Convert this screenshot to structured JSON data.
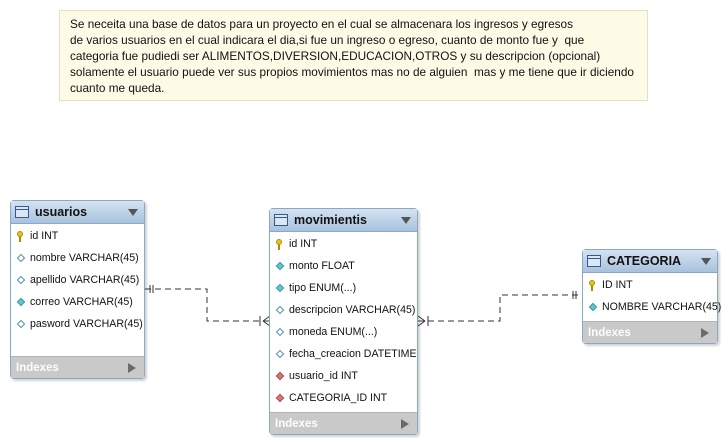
{
  "note": {
    "lines": [
      "Se neceita una base de datos para un proyecto en el cual se almacenara los ingresos y egresos",
      "de varios usuarios en el cual indicara el dia,si fue un ingreso o egreso, cuanto de monto fue y  que",
      "categoria fue pudiedi ser ALIMENTOS,DIVERSION,EDUCACION,OTROS y su descripcion (opcional)",
      "solamente el usuario puede ver sus propios movimientos mas no de alguien  mas y me tiene que ir diciendo",
      "cuanto me queda."
    ]
  },
  "tables": {
    "usuarios": {
      "title": "usuarios",
      "columns": [
        {
          "icon": "primary-key-icon",
          "label": "id INT"
        },
        {
          "icon": "column-icon",
          "label": "nombre VARCHAR(45)"
        },
        {
          "icon": "column-icon",
          "label": "apellido VARCHAR(45)"
        },
        {
          "icon": "not-null-column-icon",
          "label": "correo VARCHAR(45)"
        },
        {
          "icon": "column-icon",
          "label": "pasword VARCHAR(45)"
        }
      ],
      "footer": "Indexes"
    },
    "movimientis": {
      "title": "movimientis",
      "columns": [
        {
          "icon": "primary-key-icon",
          "label": "id INT"
        },
        {
          "icon": "not-null-column-icon",
          "label": "monto FLOAT"
        },
        {
          "icon": "not-null-column-icon",
          "label": "tipo ENUM(...)"
        },
        {
          "icon": "column-icon",
          "label": "descripcion VARCHAR(45)"
        },
        {
          "icon": "column-icon",
          "label": "moneda ENUM(...)"
        },
        {
          "icon": "column-icon",
          "label": "fecha_creacion DATETIME"
        },
        {
          "icon": "foreign-key-icon",
          "label": "usuario_id INT"
        },
        {
          "icon": "foreign-key-icon",
          "label": "CATEGORIA_ID INT"
        }
      ],
      "footer": "Indexes"
    },
    "categoria": {
      "title": "CATEGORIA",
      "columns": [
        {
          "icon": "primary-key-icon",
          "label": "ID INT"
        },
        {
          "icon": "not-null-column-icon",
          "label": "NOMBRE VARCHAR(45)"
        }
      ],
      "footer": "Indexes"
    }
  },
  "colors": {
    "header_gradient_top": "#d4e3f3",
    "header_gradient_bottom": "#a8c2dd",
    "footer": "#c9c9c9",
    "note_background": "#fdfbe6",
    "relationship_line": "#333333"
  }
}
